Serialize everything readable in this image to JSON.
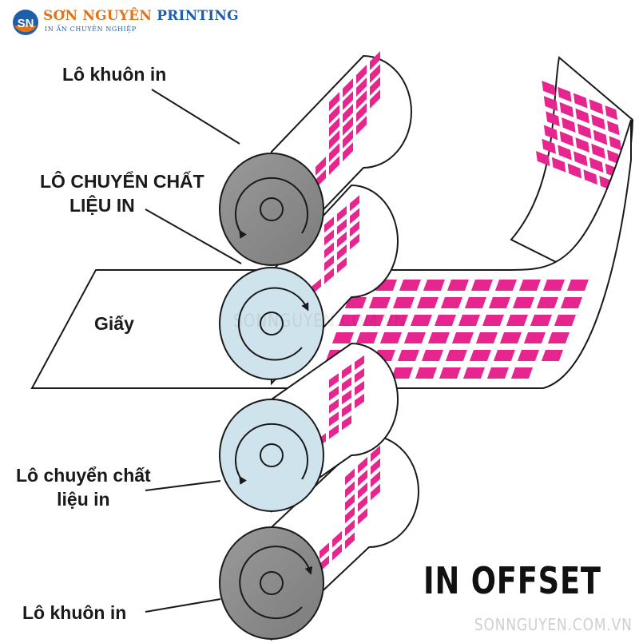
{
  "logo": {
    "mark": "SN",
    "brand": "SƠN NGUYÊN",
    "brand_suffix": "PRINTING",
    "tagline": "IN ẤN CHUYÊN NGHIỆP"
  },
  "labels": {
    "plate_top": "Lô khuôn in",
    "blanket_top_line1": "LÔ CHUYỂN CHẤT",
    "blanket_top_line2": "LIỆU IN",
    "paper": "Giấy",
    "blanket_bottom_line1": "Lô chuyển chất",
    "blanket_bottom_line2": "liệu in",
    "plate_bottom": "Lô khuôn in"
  },
  "title": "IN OFFSET",
  "watermark": "SONNGUYEN.COM.VN",
  "website": "SONNGUYEN.COM.VN",
  "colors": {
    "magenta": "#e6258f",
    "plate_gray": "#8e8e8e",
    "blanket_blue": "#cfe3ec",
    "outline": "#1a1a1a",
    "logo_orange": "#e0731b",
    "logo_blue": "#1f5ea8"
  }
}
